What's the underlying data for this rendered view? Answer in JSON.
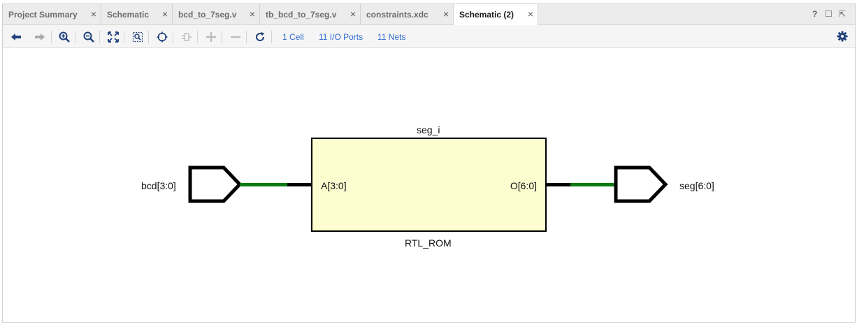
{
  "tabs": [
    {
      "label": "Project Summary",
      "active": false
    },
    {
      "label": "Schematic",
      "active": false
    },
    {
      "label": "bcd_to_7seg.v",
      "active": false
    },
    {
      "label": "tb_bcd_to_7seg.v",
      "active": false
    },
    {
      "label": "constraints.xdc",
      "active": false
    },
    {
      "label": "Schematic (2)",
      "active": true
    }
  ],
  "close_glyph": "×",
  "window_controls": {
    "help": "?",
    "restore": "☐",
    "float": "⇱"
  },
  "toolbar": {
    "buttons": [
      "back-icon",
      "forward-icon",
      "zoom-in-icon",
      "zoom-out-icon",
      "zoom-fit-icon",
      "zoom-area-icon",
      "select-icon",
      "ungroup-icon",
      "expand-icon",
      "collapse-icon",
      "refresh-icon"
    ],
    "cells_link": "1 Cell",
    "ports_link": "11 I/O Ports",
    "nets_link": "11 Nets",
    "settings_icon": "gear-icon"
  },
  "schematic": {
    "instance_name": "seg_i",
    "cell_type": "RTL_ROM",
    "input_pin": "A[3:0]",
    "output_pin": "O[6:0]",
    "input_port": "bcd[3:0]",
    "output_port": "seg[6:0]",
    "colors": {
      "cell_fill": "#fefdd0",
      "net_wire": "#0a7a12",
      "pin_stub": "#000000",
      "link": "#2f6bd1"
    }
  }
}
